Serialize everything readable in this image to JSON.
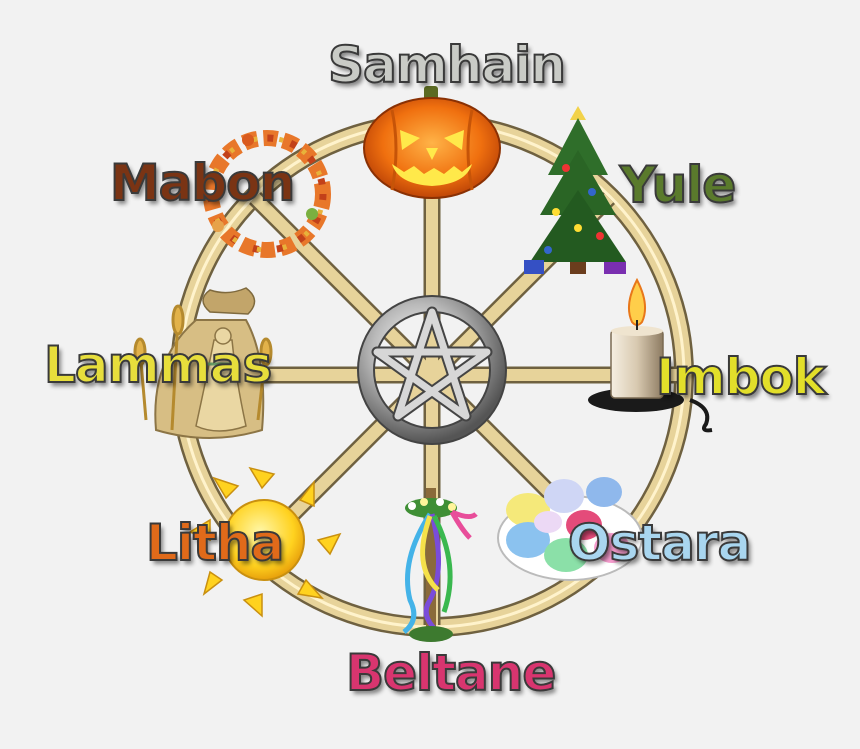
{
  "sabbats": {
    "samhain": {
      "label": "Samhain",
      "color": "#c9cbc6"
    },
    "yule": {
      "label": "Yule",
      "color": "#5a7a2c"
    },
    "imbolc": {
      "label": "Imbok",
      "color": "#e2df2a"
    },
    "ostara": {
      "label": "Ostara",
      "color": "#a9d6ef"
    },
    "beltane": {
      "label": "Beltane",
      "color": "#d8356f"
    },
    "litha": {
      "label": "Litha",
      "color": "#e06a1a"
    },
    "lammas": {
      "label": "Lammas",
      "color": "#e7de3c"
    },
    "mabon": {
      "label": "Mabon",
      "color": "#7a3414"
    }
  },
  "colors": {
    "wheel": "#e7d39a",
    "wheel_outline": "#6f6140",
    "pentacle": "#bfbfbf",
    "background": "#f2f2f2"
  }
}
